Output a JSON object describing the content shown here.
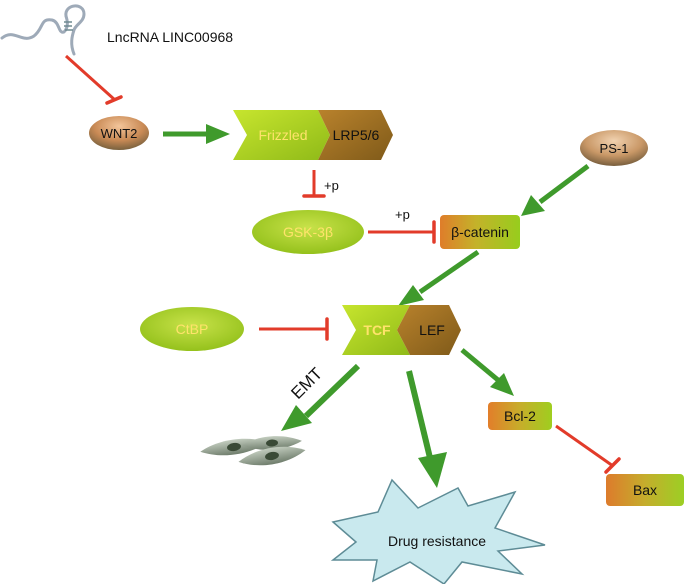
{
  "diagram": {
    "lncrna": "LncRNA LINC00968",
    "wnt2": "WNT2",
    "frizzled": "Frizzled",
    "lrp": "LRP5/6",
    "ps1": "PS-1",
    "gsk": "GSK-3β",
    "bcatenin": "β-catenin",
    "phospho_1": "+p",
    "phospho_2": "+p",
    "ctbp": "CtBP",
    "tcf": "TCF",
    "lef": "LEF",
    "emt": "EMT",
    "bcl2": "Bcl-2",
    "bax": "Bax",
    "drug": "Drug resistance"
  },
  "colors": {
    "activation_arrow": "#3f9a2c",
    "inhibition_line": "#e23b2a",
    "lime": "#a8d21f",
    "olive": "#9a6a1e",
    "orange": "#e08a24",
    "yellow_text": "#ffe36b",
    "burst_fill": "#c9e9ee"
  }
}
